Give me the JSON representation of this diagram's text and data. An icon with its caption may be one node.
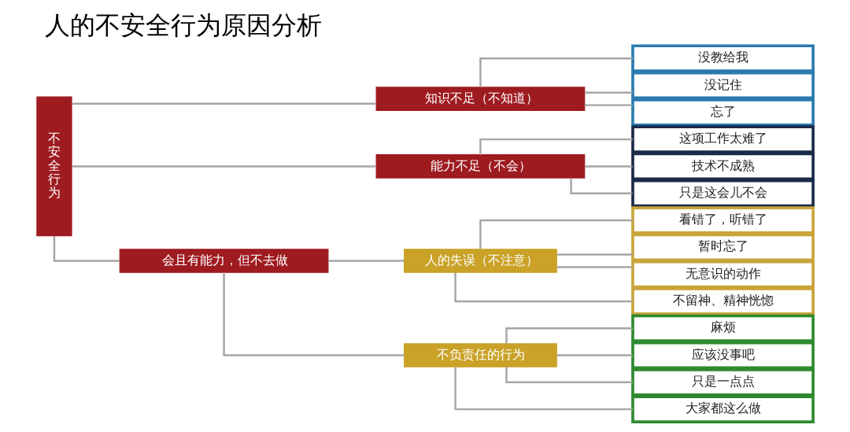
{
  "diagram": {
    "title": "人的不安全行为原因分析",
    "nodes": [
      {
        "text": [
          "不安全行为"
        ]
      },
      {
        "text": [
          "知识不足（不知道）"
        ]
      },
      {
        "text": [
          "能力不足（不会）"
        ]
      },
      {
        "text": [
          "会且有能力，但不去做"
        ]
      },
      {
        "text": [
          "人的失误（不注意）"
        ]
      },
      {
        "text": [
          "不负责任的行为"
        ]
      },
      {
        "text": [
          "没教给我"
        ]
      },
      {
        "text": [
          "没记住"
        ]
      },
      {
        "text": [
          "忘了"
        ]
      },
      {
        "text": [
          "这项工作太难了"
        ]
      },
      {
        "text": [
          "技术不成熟"
        ]
      },
      {
        "text": [
          "只是这会儿不会"
        ]
      },
      {
        "text": [
          "看错了，听错了"
        ]
      },
      {
        "text": [
          "暂时忘了"
        ]
      },
      {
        "text": [
          "无意识的动作"
        ]
      },
      {
        "text": [
          "不留神、精神恍惚"
        ]
      },
      {
        "text": [
          "麻烦"
        ]
      },
      {
        "text": [
          "应该没事吧"
        ]
      },
      {
        "text": [
          "只是一点点"
        ]
      },
      {
        "text": [
          "大家都这么做"
        ]
      }
    ],
    "edges": [
      {
        "from": 0,
        "to": 1,
        "arrow": "none"
      },
      {
        "from": 0,
        "to": 2,
        "arrow": "none"
      },
      {
        "from": 0,
        "to": 3,
        "arrow": "none"
      },
      {
        "from": 1,
        "to": 6,
        "arrow": "none"
      },
      {
        "from": 1,
        "to": 7,
        "arrow": "none"
      },
      {
        "from": 1,
        "to": 8,
        "arrow": "none"
      },
      {
        "from": 2,
        "to": 9,
        "arrow": "none"
      },
      {
        "from": 2,
        "to": 10,
        "arrow": "none"
      },
      {
        "from": 2,
        "to": 11,
        "arrow": "none"
      },
      {
        "from": 3,
        "to": 4,
        "arrow": "none"
      },
      {
        "from": 3,
        "to": 5,
        "arrow": "none"
      },
      {
        "from": 4,
        "to": 12,
        "arrow": "none"
      },
      {
        "from": 4,
        "to": 13,
        "arrow": "none"
      },
      {
        "from": 4,
        "to": 14,
        "arrow": "none"
      },
      {
        "from": 4,
        "to": 15,
        "arrow": "none"
      },
      {
        "from": 5,
        "to": 16,
        "arrow": "none"
      },
      {
        "from": 5,
        "to": 17,
        "arrow": "none"
      },
      {
        "from": 5,
        "to": 18,
        "arrow": "none"
      },
      {
        "from": 5,
        "to": 19,
        "arrow": "none"
      }
    ]
  }
}
